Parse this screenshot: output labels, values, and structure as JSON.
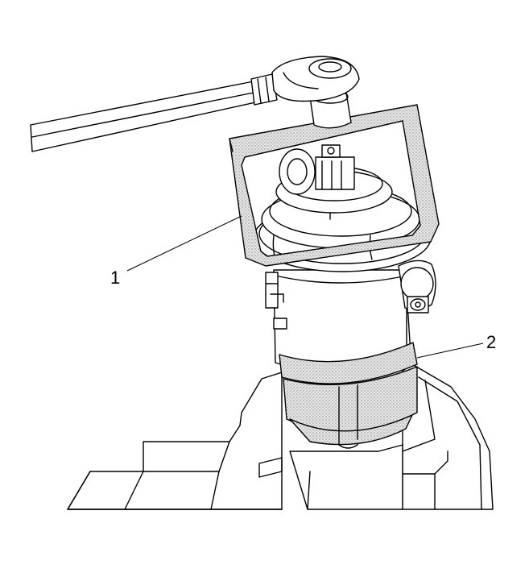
{
  "callouts": [
    {
      "id": "1",
      "text": "1"
    },
    {
      "id": "2",
      "text": "2"
    }
  ],
  "colors": {
    "line": "#000000",
    "background": "#ffffff",
    "stipple": "#9a9a9a"
  }
}
